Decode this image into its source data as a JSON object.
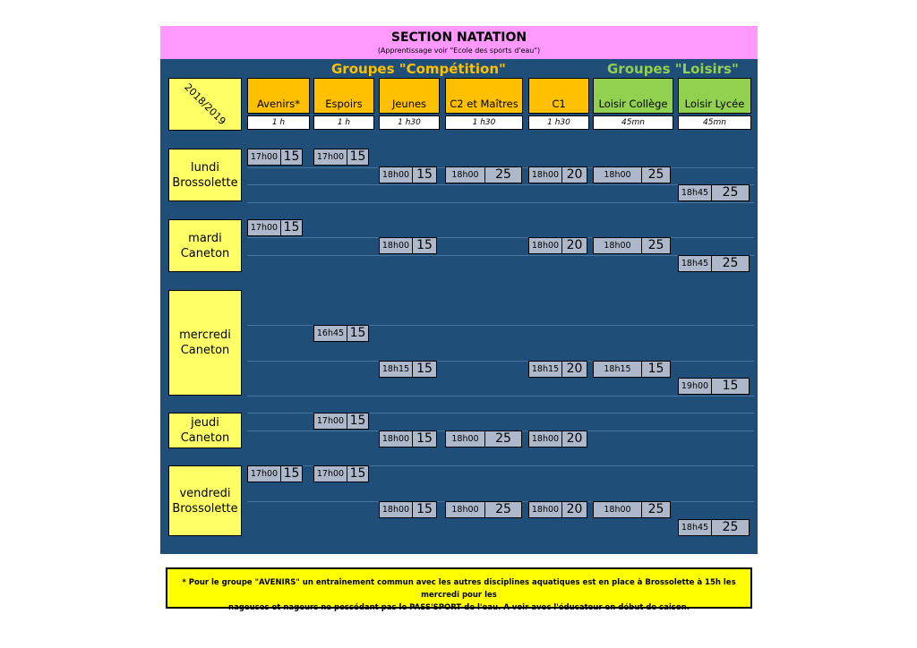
{
  "header": {
    "title": "SECTION NATATION",
    "subtitle": "(Apprentissage voir \"Ecole des sports d'eau\")"
  },
  "groups": {
    "competition": "Groupes \"Compétition\"",
    "loisirs": "Groupes \"Loisirs\""
  },
  "season": "2018/2019",
  "columns": [
    {
      "label": "Avenirs*",
      "duration": "1 h",
      "color": "#ffc000"
    },
    {
      "label": "Espoirs",
      "duration": "1 h",
      "color": "#ffc000"
    },
    {
      "label": "Jeunes",
      "duration": "1 h30",
      "color": "#ffc000"
    },
    {
      "label": "C2 et Maîtres",
      "duration": "1 h30",
      "color": "#ffc000"
    },
    {
      "label": "C1",
      "duration": "1 h30",
      "color": "#ffc000"
    },
    {
      "label": "Loisir Collège",
      "duration": "45mn",
      "color": "#92d050"
    },
    {
      "label": "Loisir Lycée",
      "duration": "45mn",
      "color": "#92d050"
    }
  ],
  "days": [
    {
      "day": "lundi",
      "place": "Brossolette"
    },
    {
      "day": "mardi",
      "place": "Caneton"
    },
    {
      "day": "mercredi",
      "place": "Caneton"
    },
    {
      "day": "jeudi",
      "place": "Caneton"
    },
    {
      "day": "vendredi",
      "place": "Brossolette"
    }
  ],
  "slots": {
    "lundi": [
      {
        "time": "17h00",
        "count": "15"
      },
      {
        "time": "17h00",
        "count": "15"
      },
      {
        "time": "18h00",
        "count": "15"
      },
      {
        "time": "18h00",
        "count": "25"
      },
      {
        "time": "18h00",
        "count": "20"
      },
      {
        "time": "18h00",
        "count": "25"
      },
      {
        "time": "18h45",
        "count": "25"
      }
    ],
    "mardi": [
      {
        "time": "17h00",
        "count": "15"
      },
      {
        "time": "18h00",
        "count": "15"
      },
      {
        "time": "18h00",
        "count": "20"
      },
      {
        "time": "18h00",
        "count": "25"
      },
      {
        "time": "18h45",
        "count": "25"
      }
    ],
    "mercredi": [
      {
        "time": "16h45",
        "count": "15"
      },
      {
        "time": "18h15",
        "count": "15"
      },
      {
        "time": "18h15",
        "count": "20"
      },
      {
        "time": "18h15",
        "count": "15"
      },
      {
        "time": "19h00",
        "count": "15"
      }
    ],
    "jeudi": [
      {
        "time": "17h00",
        "count": "15"
      },
      {
        "time": "18h00",
        "count": "15"
      },
      {
        "time": "18h00",
        "count": "25"
      },
      {
        "time": "18h00",
        "count": "20"
      }
    ],
    "vendredi": [
      {
        "time": "17h00",
        "count": "15"
      },
      {
        "time": "17h00",
        "count": "15"
      },
      {
        "time": "18h00",
        "count": "15"
      },
      {
        "time": "18h00",
        "count": "25"
      },
      {
        "time": "18h00",
        "count": "20"
      },
      {
        "time": "18h00",
        "count": "25"
      },
      {
        "time": "18h45",
        "count": "25"
      }
    ]
  },
  "note": {
    "line1": "* Pour le groupe \"AVENIRS\" un entraînement commun avec les autres disciplines aquatiques est en place à Brossolette à 15h les mercredi pour les",
    "line2": "nageuses et nageurs ne possédant pas le PASS'SPORT de l'eau. A voir avec l'éducateur en début de saison."
  }
}
